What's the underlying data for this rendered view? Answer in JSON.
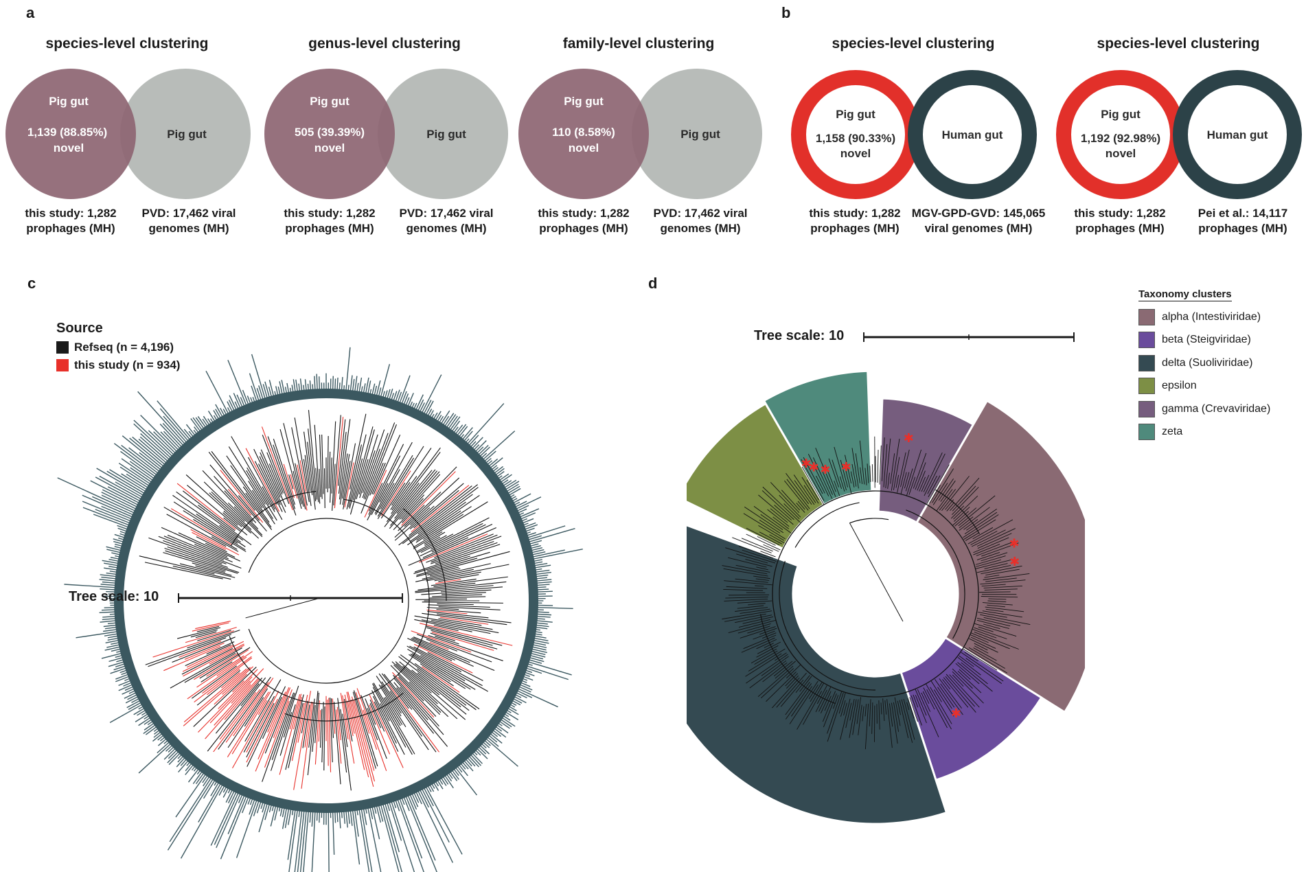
{
  "panels": {
    "a": {
      "letter": "a",
      "diagrams": [
        {
          "title": "species-level clustering",
          "left_label": "Pig gut",
          "left_value": "1,139 (88.85%)",
          "left_novel": "novel",
          "right_label": "Pig gut",
          "caption_left": [
            "this study: 1,282",
            "prophages (MH)"
          ],
          "caption_right": [
            "PVD: 17,462 viral",
            "genomes (MH)"
          ]
        },
        {
          "title": "genus-level clustering",
          "left_label": "Pig gut",
          "left_value": "505 (39.39%)",
          "left_novel": "novel",
          "right_label": "Pig gut",
          "caption_left": [
            "this study: 1,282",
            "prophages (MH)"
          ],
          "caption_right": [
            "PVD: 17,462 viral",
            "genomes (MH)"
          ]
        },
        {
          "title": "family-level clustering",
          "left_label": "Pig gut",
          "left_value": "110 (8.58%)",
          "left_novel": "novel",
          "right_label": "Pig gut",
          "caption_left": [
            "this study: 1,282",
            "prophages (MH)"
          ],
          "caption_right": [
            "PVD: 17,462 viral",
            "genomes (MH)"
          ]
        }
      ]
    },
    "b": {
      "letter": "b",
      "diagrams": [
        {
          "title": "species-level clustering",
          "left_label": "Pig gut",
          "left_value": "1,158 (90.33%)",
          "left_novel": "novel",
          "right_label": "Human gut",
          "caption_left": [
            "this study: 1,282",
            "prophages (MH)"
          ],
          "caption_right": [
            "MGV-GPD-GVD: 145,065",
            "viral genomes (MH)"
          ]
        },
        {
          "title": "species-level clustering",
          "left_label": "Pig gut",
          "left_value": "1,192 (92.98%)",
          "left_novel": "novel",
          "right_label": "Human gut",
          "caption_left": [
            "this study: 1,282",
            "prophages (MH)"
          ],
          "caption_right": [
            "Pei et al.: 14,117",
            "prophages (MH)"
          ]
        }
      ]
    },
    "c": {
      "letter": "c",
      "legend_title": "Source",
      "legend": [
        {
          "label": "Refseq (n = 4,196)",
          "color": "#1a1a1a"
        },
        {
          "label": "this study (n = 934)",
          "color": "#e8302a"
        }
      ],
      "tree_scale": "Tree scale: 10"
    },
    "d": {
      "letter": "d",
      "tree_scale": "Tree scale: 10",
      "legend_title": "Taxonomy clusters",
      "legend": [
        {
          "label": "alpha (Intestiviridae)",
          "color": "#8a6a73"
        },
        {
          "label": "beta (Steigviridae)",
          "color": "#6a4c9c"
        },
        {
          "label": "delta (Suoliviridae)",
          "color": "#344a52"
        },
        {
          "label": "epsilon",
          "color": "#7d8f45"
        },
        {
          "label": "gamma (Crevaviridae)",
          "color": "#765d7e"
        },
        {
          "label": "zeta",
          "color": "#4f8a7c"
        }
      ]
    }
  },
  "colors": {
    "venn_left": "#8e6673",
    "venn_right": "#b8bcb9",
    "ring_red": "#e2302a",
    "ring_dark": "#2c4248",
    "bar_color": "#3b5860"
  }
}
